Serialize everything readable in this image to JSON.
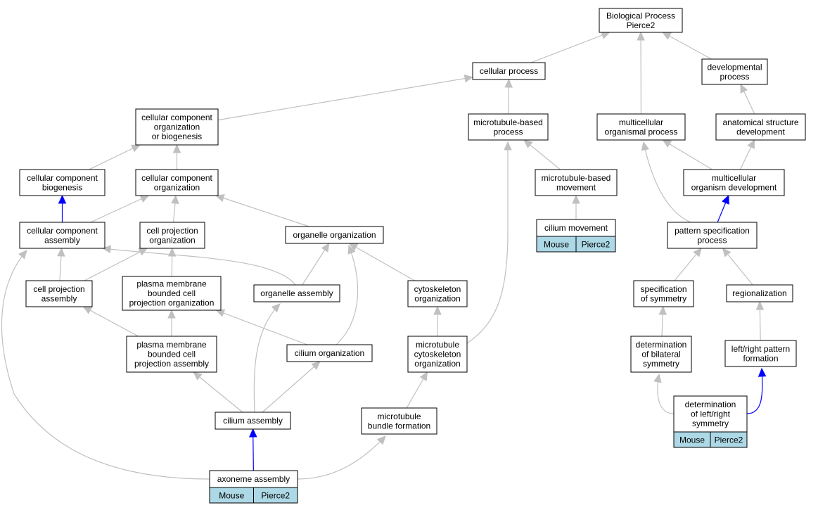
{
  "colors": {
    "edge_gray": "#c0c0c0",
    "edge_blue": "#0000ff",
    "annotation_cell": "#add8e6",
    "box_border": "#000000"
  },
  "nodes": {
    "bp_root": [
      "Biological Process",
      "Pierce2"
    ],
    "cellular_process": [
      "cellular process"
    ],
    "developmental_process": [
      "developmental",
      "process"
    ],
    "cc_org_biogenesis": [
      "cellular component",
      "organization",
      "or biogenesis"
    ],
    "mt_based_process": [
      "microtubule-based",
      "process"
    ],
    "multicellular_organismal_process": [
      "multicellular",
      "organismal process"
    ],
    "anatomical_structure_development": [
      "anatomical structure",
      "development"
    ],
    "cc_biogenesis": [
      "cellular component",
      "biogenesis"
    ],
    "cc_organization": [
      "cellular component",
      "organization"
    ],
    "mt_based_movement": [
      "microtubule-based",
      "movement"
    ],
    "multicellular_organism_development": [
      "multicellular",
      "organism development"
    ],
    "cc_assembly": [
      "cellular component",
      "assembly"
    ],
    "cell_projection_organization": [
      "cell projection",
      "organization"
    ],
    "organelle_organization": [
      "organelle organization"
    ],
    "cilium_movement": [
      "cilium movement"
    ],
    "pattern_specification_process": [
      "pattern specification",
      "process"
    ],
    "cell_projection_assembly": [
      "cell projection",
      "assembly"
    ],
    "pm_bounded_cell_projection_org": [
      "plasma membrane",
      "bounded cell",
      "projection organization"
    ],
    "organelle_assembly": [
      "organelle assembly"
    ],
    "cytoskeleton_organization": [
      "cytoskeleton",
      "organization"
    ],
    "specification_of_symmetry": [
      "specification",
      "of symmetry"
    ],
    "regionalization": [
      "regionalization"
    ],
    "pm_bounded_cell_projection_assembly": [
      "plasma membrane",
      "bounded cell",
      "projection assembly"
    ],
    "cilium_organization": [
      "cilium organization"
    ],
    "mt_cytoskeleton_organization": [
      "microtubule",
      "cytoskeleton",
      "organization"
    ],
    "determination_bilateral_symmetry": [
      "determination",
      "of bilateral",
      "symmetry"
    ],
    "left_right_pattern_formation": [
      "left/right pattern",
      "formation"
    ],
    "cilium_assembly": [
      "cilium assembly"
    ],
    "mt_bundle_formation": [
      "microtubule",
      "bundle formation"
    ],
    "determination_left_right_symmetry": [
      "determination",
      "of left/right",
      "symmetry"
    ],
    "axoneme_assembly": [
      "axoneme assembly"
    ]
  },
  "annotations": {
    "cilium_movement": [
      "Mouse",
      "Pierce2"
    ],
    "determination_left_right_symmetry": [
      "Mouse",
      "Pierce2"
    ],
    "axoneme_assembly": [
      "Mouse",
      "Pierce2"
    ]
  },
  "edges": [
    {
      "from": "cellular_process",
      "to": "bp_root",
      "color": "gray"
    },
    {
      "from": "developmental_process",
      "to": "bp_root",
      "color": "gray"
    },
    {
      "from": "multicellular_organismal_process",
      "to": "bp_root",
      "color": "gray"
    },
    {
      "from": "cc_org_biogenesis",
      "to": "cellular_process",
      "color": "gray"
    },
    {
      "from": "mt_based_process",
      "to": "cellular_process",
      "color": "gray"
    },
    {
      "from": "anatomical_structure_development",
      "to": "developmental_process",
      "color": "gray"
    },
    {
      "from": "cc_biogenesis",
      "to": "cc_org_biogenesis",
      "color": "gray"
    },
    {
      "from": "cc_organization",
      "to": "cc_org_biogenesis",
      "color": "gray"
    },
    {
      "from": "mt_based_movement",
      "to": "mt_based_process",
      "color": "gray"
    },
    {
      "from": "multicellular_organism_development",
      "to": "multicellular_organismal_process",
      "color": "gray"
    },
    {
      "from": "multicellular_organism_development",
      "to": "anatomical_structure_development",
      "color": "gray"
    },
    {
      "from": "cc_assembly",
      "to": "cc_biogenesis",
      "color": "blue"
    },
    {
      "from": "cc_assembly",
      "to": "cc_organization",
      "color": "gray"
    },
    {
      "from": "cell_projection_organization",
      "to": "cc_organization",
      "color": "gray"
    },
    {
      "from": "organelle_organization",
      "to": "cc_organization",
      "color": "gray"
    },
    {
      "from": "cilium_movement",
      "to": "mt_based_movement",
      "color": "gray"
    },
    {
      "from": "pattern_specification_process",
      "to": "multicellular_organism_development",
      "color": "blue"
    },
    {
      "from": "pattern_specification_process",
      "to": "multicellular_organismal_process",
      "color": "gray"
    },
    {
      "from": "cell_projection_assembly",
      "to": "cc_assembly",
      "color": "gray"
    },
    {
      "from": "cell_projection_assembly",
      "to": "cell_projection_organization",
      "color": "gray"
    },
    {
      "from": "pm_bounded_cell_projection_org",
      "to": "cell_projection_organization",
      "color": "gray"
    },
    {
      "from": "organelle_assembly",
      "to": "cc_assembly",
      "color": "gray"
    },
    {
      "from": "organelle_assembly",
      "to": "organelle_organization",
      "color": "gray"
    },
    {
      "from": "cytoskeleton_organization",
      "to": "organelle_organization",
      "color": "gray"
    },
    {
      "from": "specification_of_symmetry",
      "to": "pattern_specification_process",
      "color": "gray"
    },
    {
      "from": "regionalization",
      "to": "pattern_specification_process",
      "color": "gray"
    },
    {
      "from": "pm_bounded_cell_projection_assembly",
      "to": "cell_projection_assembly",
      "color": "gray"
    },
    {
      "from": "pm_bounded_cell_projection_assembly",
      "to": "pm_bounded_cell_projection_org",
      "color": "gray"
    },
    {
      "from": "cilium_organization",
      "to": "pm_bounded_cell_projection_org",
      "color": "gray"
    },
    {
      "from": "cilium_organization",
      "to": "organelle_organization",
      "color": "gray"
    },
    {
      "from": "mt_cytoskeleton_organization",
      "to": "cytoskeleton_organization",
      "color": "gray"
    },
    {
      "from": "mt_cytoskeleton_organization",
      "to": "mt_based_process",
      "color": "gray"
    },
    {
      "from": "determination_bilateral_symmetry",
      "to": "specification_of_symmetry",
      "color": "gray"
    },
    {
      "from": "left_right_pattern_formation",
      "to": "regionalization",
      "color": "gray"
    },
    {
      "from": "cilium_assembly",
      "to": "pm_bounded_cell_projection_assembly",
      "color": "gray"
    },
    {
      "from": "cilium_assembly",
      "to": "organelle_assembly",
      "color": "gray"
    },
    {
      "from": "cilium_assembly",
      "to": "cilium_organization",
      "color": "gray"
    },
    {
      "from": "mt_bundle_formation",
      "to": "mt_cytoskeleton_organization",
      "color": "gray"
    },
    {
      "from": "determination_left_right_symmetry",
      "to": "determination_bilateral_symmetry",
      "color": "gray"
    },
    {
      "from": "determination_left_right_symmetry",
      "to": "left_right_pattern_formation",
      "color": "blue"
    },
    {
      "from": "axoneme_assembly",
      "to": "cilium_assembly",
      "color": "blue"
    },
    {
      "from": "axoneme_assembly",
      "to": "cc_assembly",
      "color": "gray"
    },
    {
      "from": "axoneme_assembly",
      "to": "mt_bundle_formation",
      "color": "gray"
    }
  ]
}
